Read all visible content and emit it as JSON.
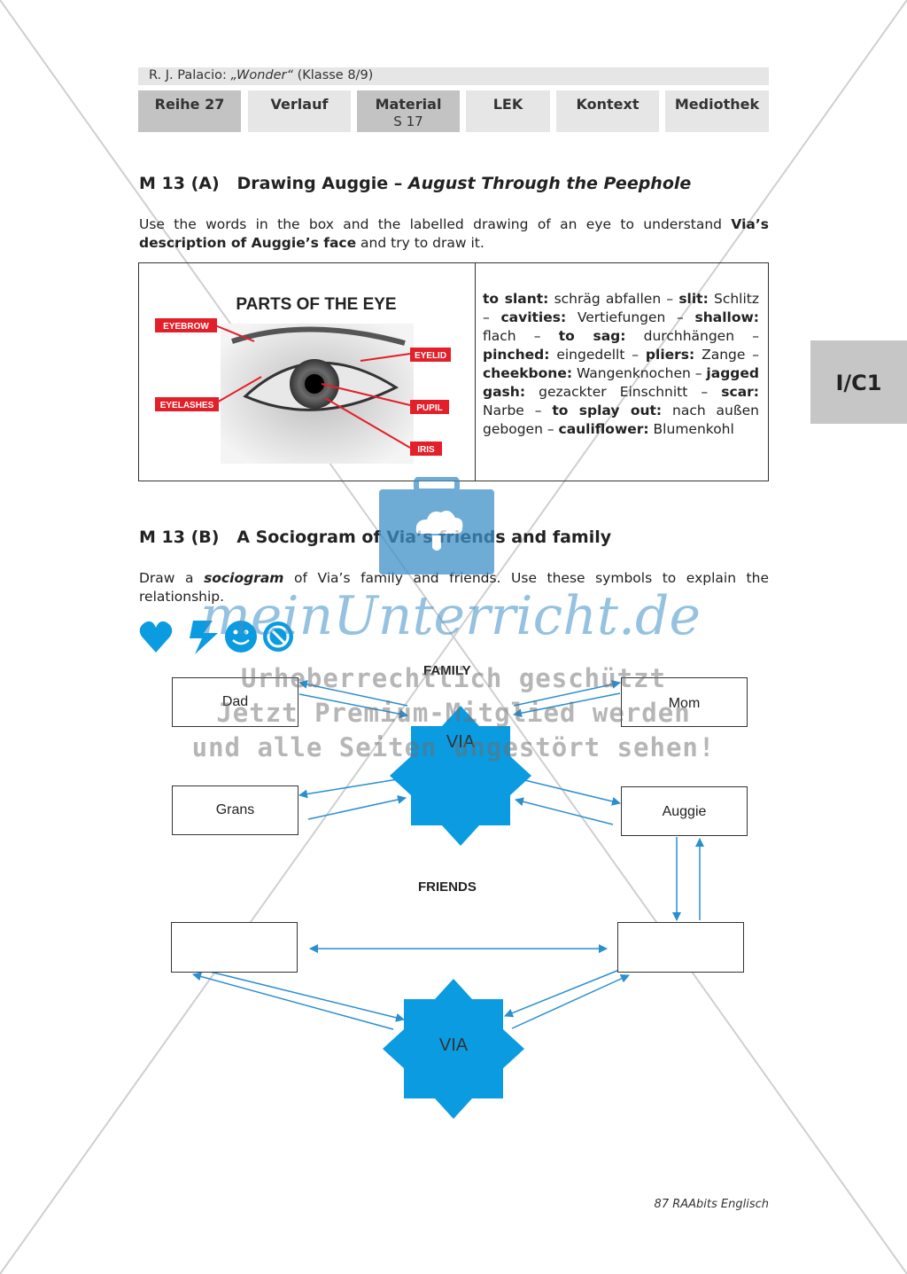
{
  "header": {
    "title_author": "R. J. Palacio: ",
    "title_book": "„Wonder“",
    "title_class": " (Klasse 8/9)"
  },
  "tabs": [
    {
      "label": "Reihe 27",
      "sub": "",
      "active": true
    },
    {
      "label": "Verlauf",
      "sub": "",
      "active": false
    },
    {
      "label": "Material",
      "sub": "S 17",
      "active": true
    },
    {
      "label": "LEK",
      "sub": "",
      "active": false
    },
    {
      "label": "Kontext",
      "sub": "",
      "active": false
    },
    {
      "label": "Mediothek",
      "sub": "",
      "active": false
    }
  ],
  "side_tab": "I/C1",
  "section_a": {
    "number": "M 13 (A)",
    "title": "Drawing Auggie – ",
    "title_italic": "August Through the Peephole",
    "instruction_1": "Use the words in the box and the labelled drawing of an eye to understand ",
    "instruction_bold": "Via’s description of Auggie’s face",
    "instruction_2": " and try to draw it."
  },
  "eye_figure": {
    "title": "PARTS OF THE EYE",
    "labels": {
      "eyebrow": "EYEBROW",
      "eyelid": "EYELID",
      "eyelashes": "EYELASHES",
      "pupil": "PUPIL",
      "iris": "IRIS"
    },
    "label_color": "#e3202a"
  },
  "vocabulary": [
    {
      "term": "to slant:",
      "def": " schräg abfallen – "
    },
    {
      "term": "slit:",
      "def": " Schlitz – "
    },
    {
      "term": "cavities:",
      "def": " Vertiefungen – "
    },
    {
      "term": "shallow:",
      "def": " flach – "
    },
    {
      "term": "to sag:",
      "def": " durchhängen – "
    },
    {
      "term": "pinched:",
      "def": " eingedellt – "
    },
    {
      "term": "pliers:",
      "def": " Zange – "
    },
    {
      "term": "cheekbone:",
      "def": " Wangenknochen – "
    },
    {
      "term": "jagged gash:",
      "def": " gezackter Einschnitt – "
    },
    {
      "term": "scar:",
      "def": " Narbe – "
    },
    {
      "term": "to splay out:",
      "def": " nach außen gebogen – "
    },
    {
      "term": "cauliflower:",
      "def": " Blumenkohl"
    }
  ],
  "section_b": {
    "number": "M 13 (B)",
    "title": "A Sociogram of Via’s friends and family",
    "instruction_1": "Draw a ",
    "instruction_bold": "sociogram",
    "instruction_2": " of Via’s family and friends. Use these symbols to explain the relationship."
  },
  "symbols": [
    "heart-icon",
    "lightning-icon",
    "smiley-icon",
    "prohibited-icon"
  ],
  "sociogram": {
    "family_label": "FAMILY",
    "friends_label": "FRIENDS",
    "center_label": "VIA",
    "family_boxes": {
      "dad": "Dad",
      "mom": "Mom",
      "grans": "Grans",
      "auggie": "Auggie"
    },
    "friend_boxes": {
      "left": "",
      "right": ""
    },
    "star_color": "#0a9be0",
    "arrow_color": "#2a8fd0"
  },
  "watermark": {
    "logo": "meinUnterricht.de",
    "line1": "Urheberrechtlich geschützt",
    "line2": "Jetzt Premium-Mitglied werden",
    "line3": "und alle Seiten ungestört sehen!"
  },
  "footer": "87 RAAbits Englisch"
}
